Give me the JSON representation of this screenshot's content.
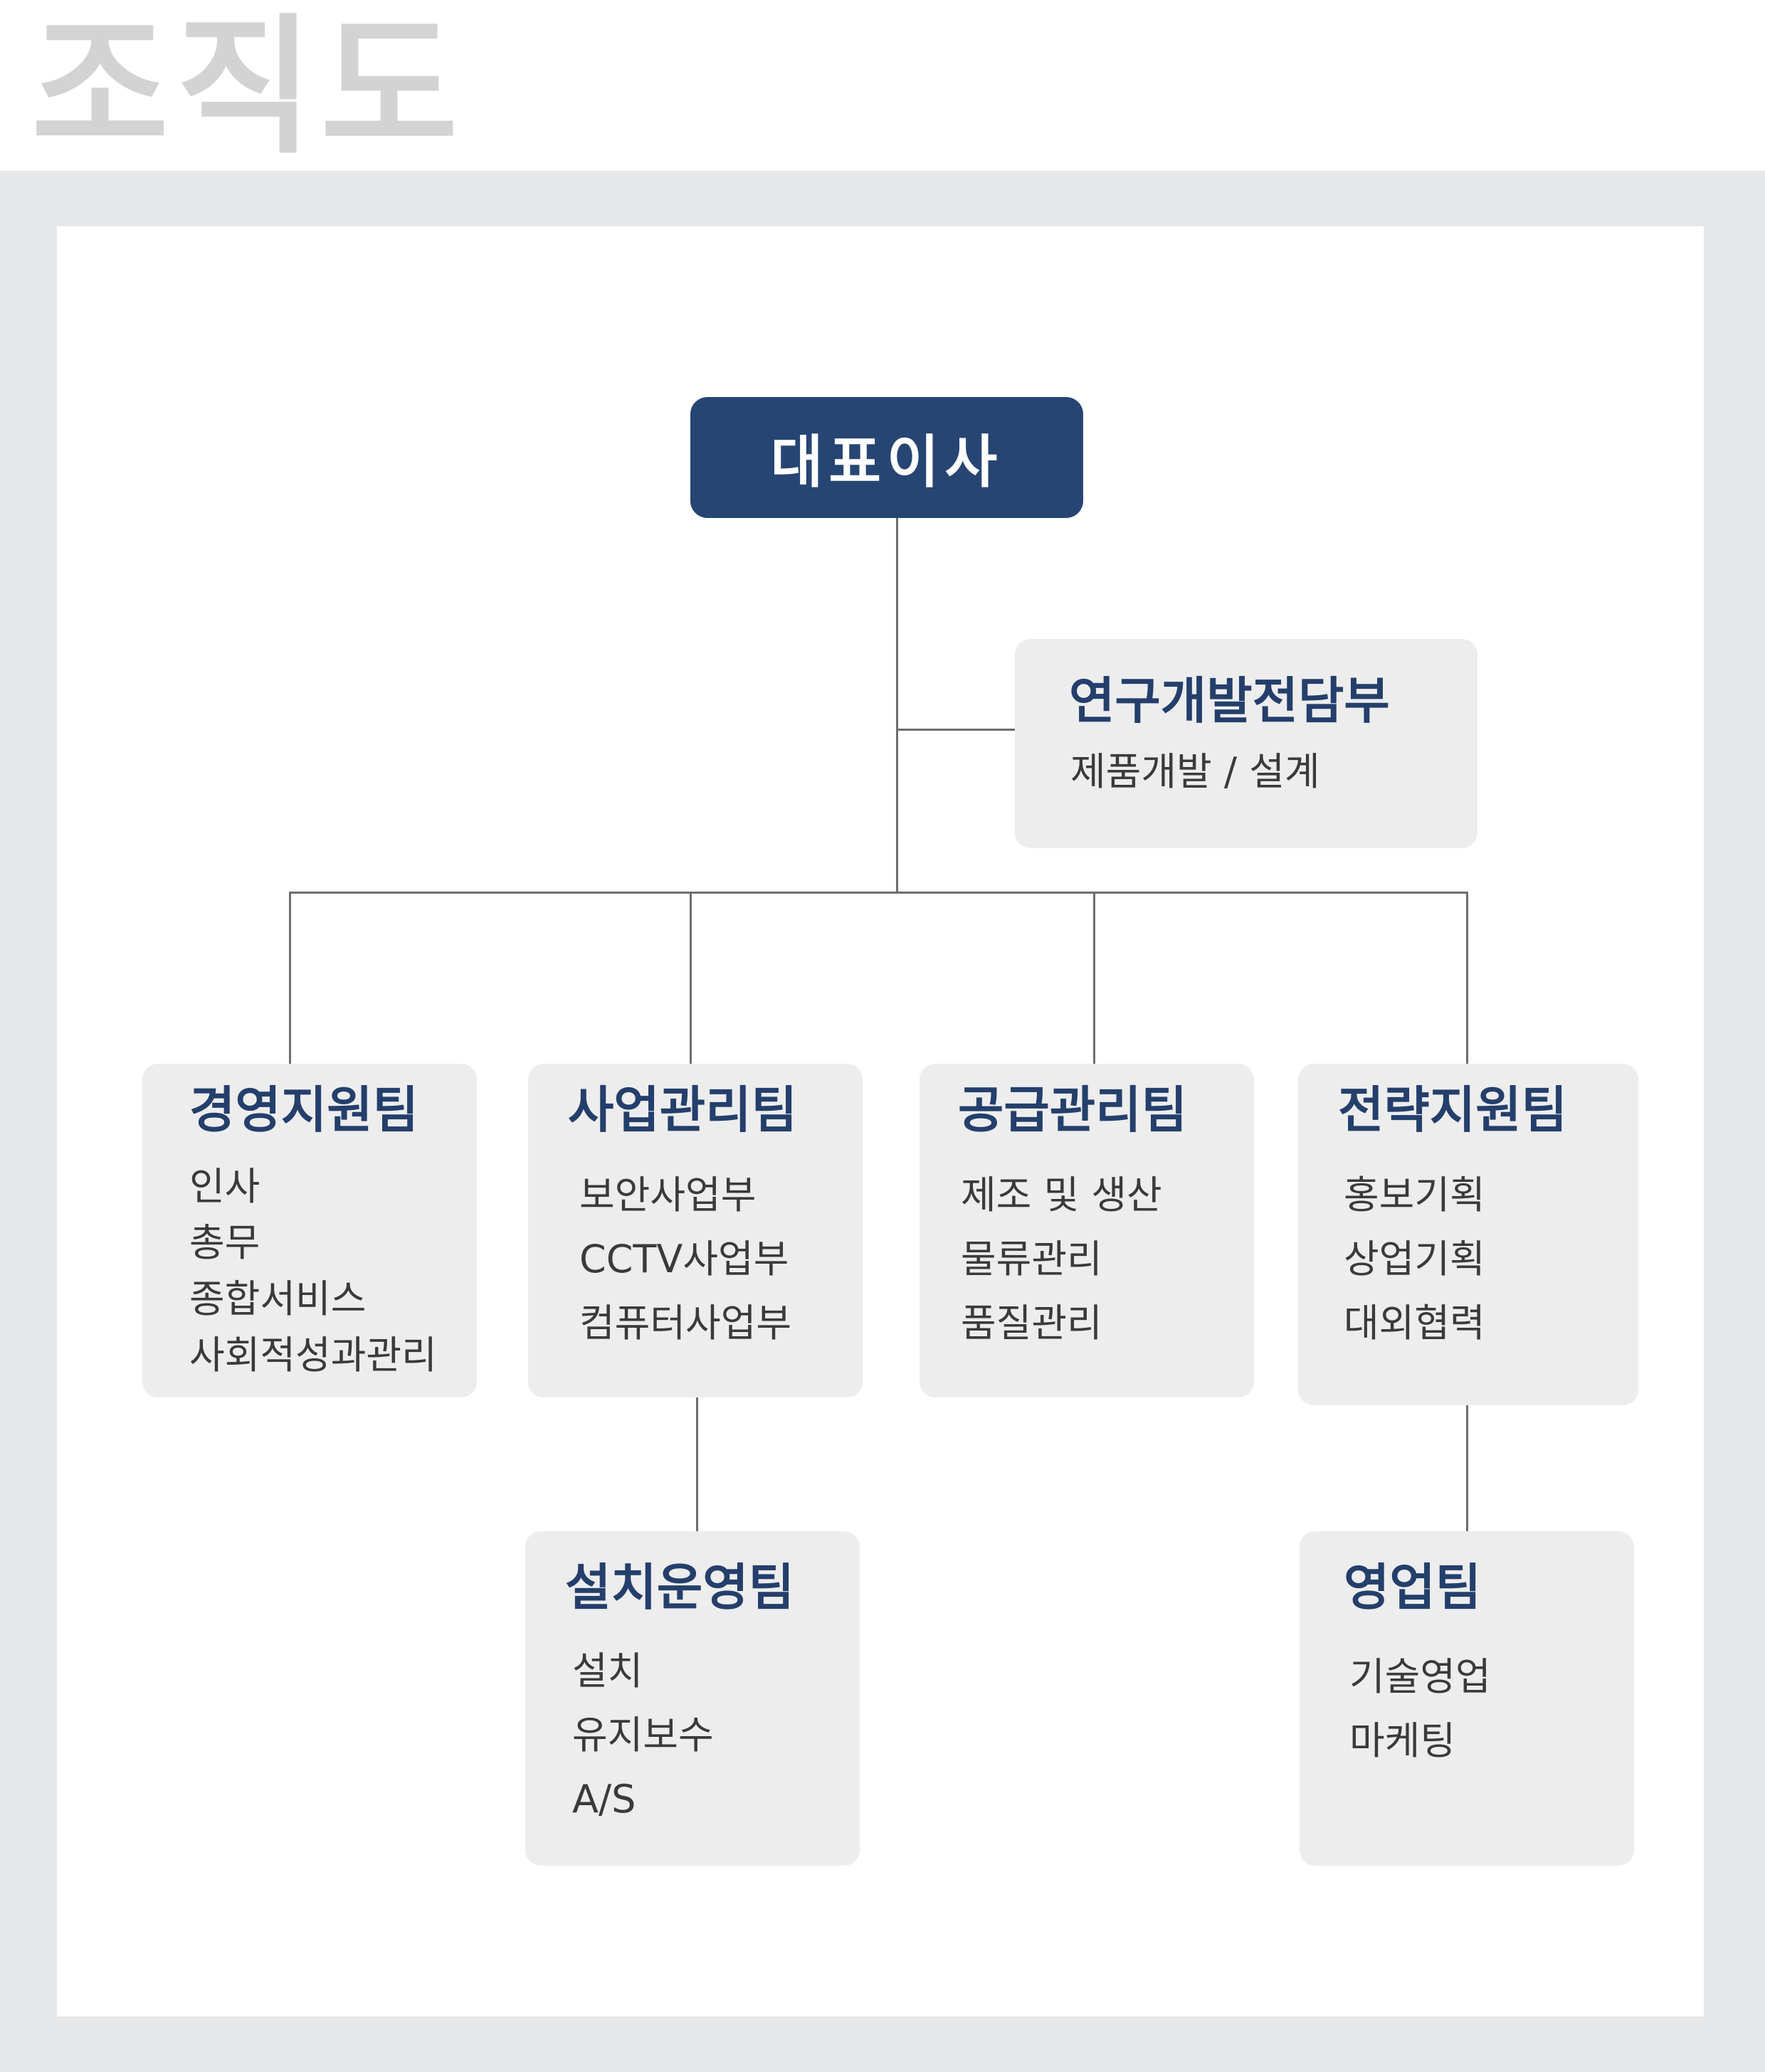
{
  "page": {
    "title": "조직도"
  },
  "ceo": {
    "label": "대표이사"
  },
  "rnd": {
    "title": "연구개발전담부",
    "subtitle": "제품개발 / 설계"
  },
  "teams": [
    {
      "title": "경영지원팀",
      "items": [
        "인사",
        "총무",
        "종합서비스",
        "사회적성과관리"
      ]
    },
    {
      "title": "사업관리팀",
      "items": [
        "보안사업부",
        "CCTV사업부",
        "컴퓨터사업부"
      ]
    },
    {
      "title": "공급관리팀",
      "items": [
        "제조 및 생산",
        "물류관리",
        "품질관리"
      ]
    },
    {
      "title": "전략지원팀",
      "items": [
        "홍보기획",
        "상업기획",
        "대외협력"
      ]
    }
  ],
  "subteams": [
    {
      "title": "설치운영팀",
      "items": [
        "설치",
        "유지보수",
        "A/S"
      ]
    },
    {
      "title": "영업팀",
      "items": [
        "기술영업",
        "마케팅"
      ]
    }
  ],
  "colors": {
    "ceo_fill": "#264573",
    "title_text": "#243f6b",
    "box_fill": "#ededee",
    "line": "#6e6e6e"
  }
}
